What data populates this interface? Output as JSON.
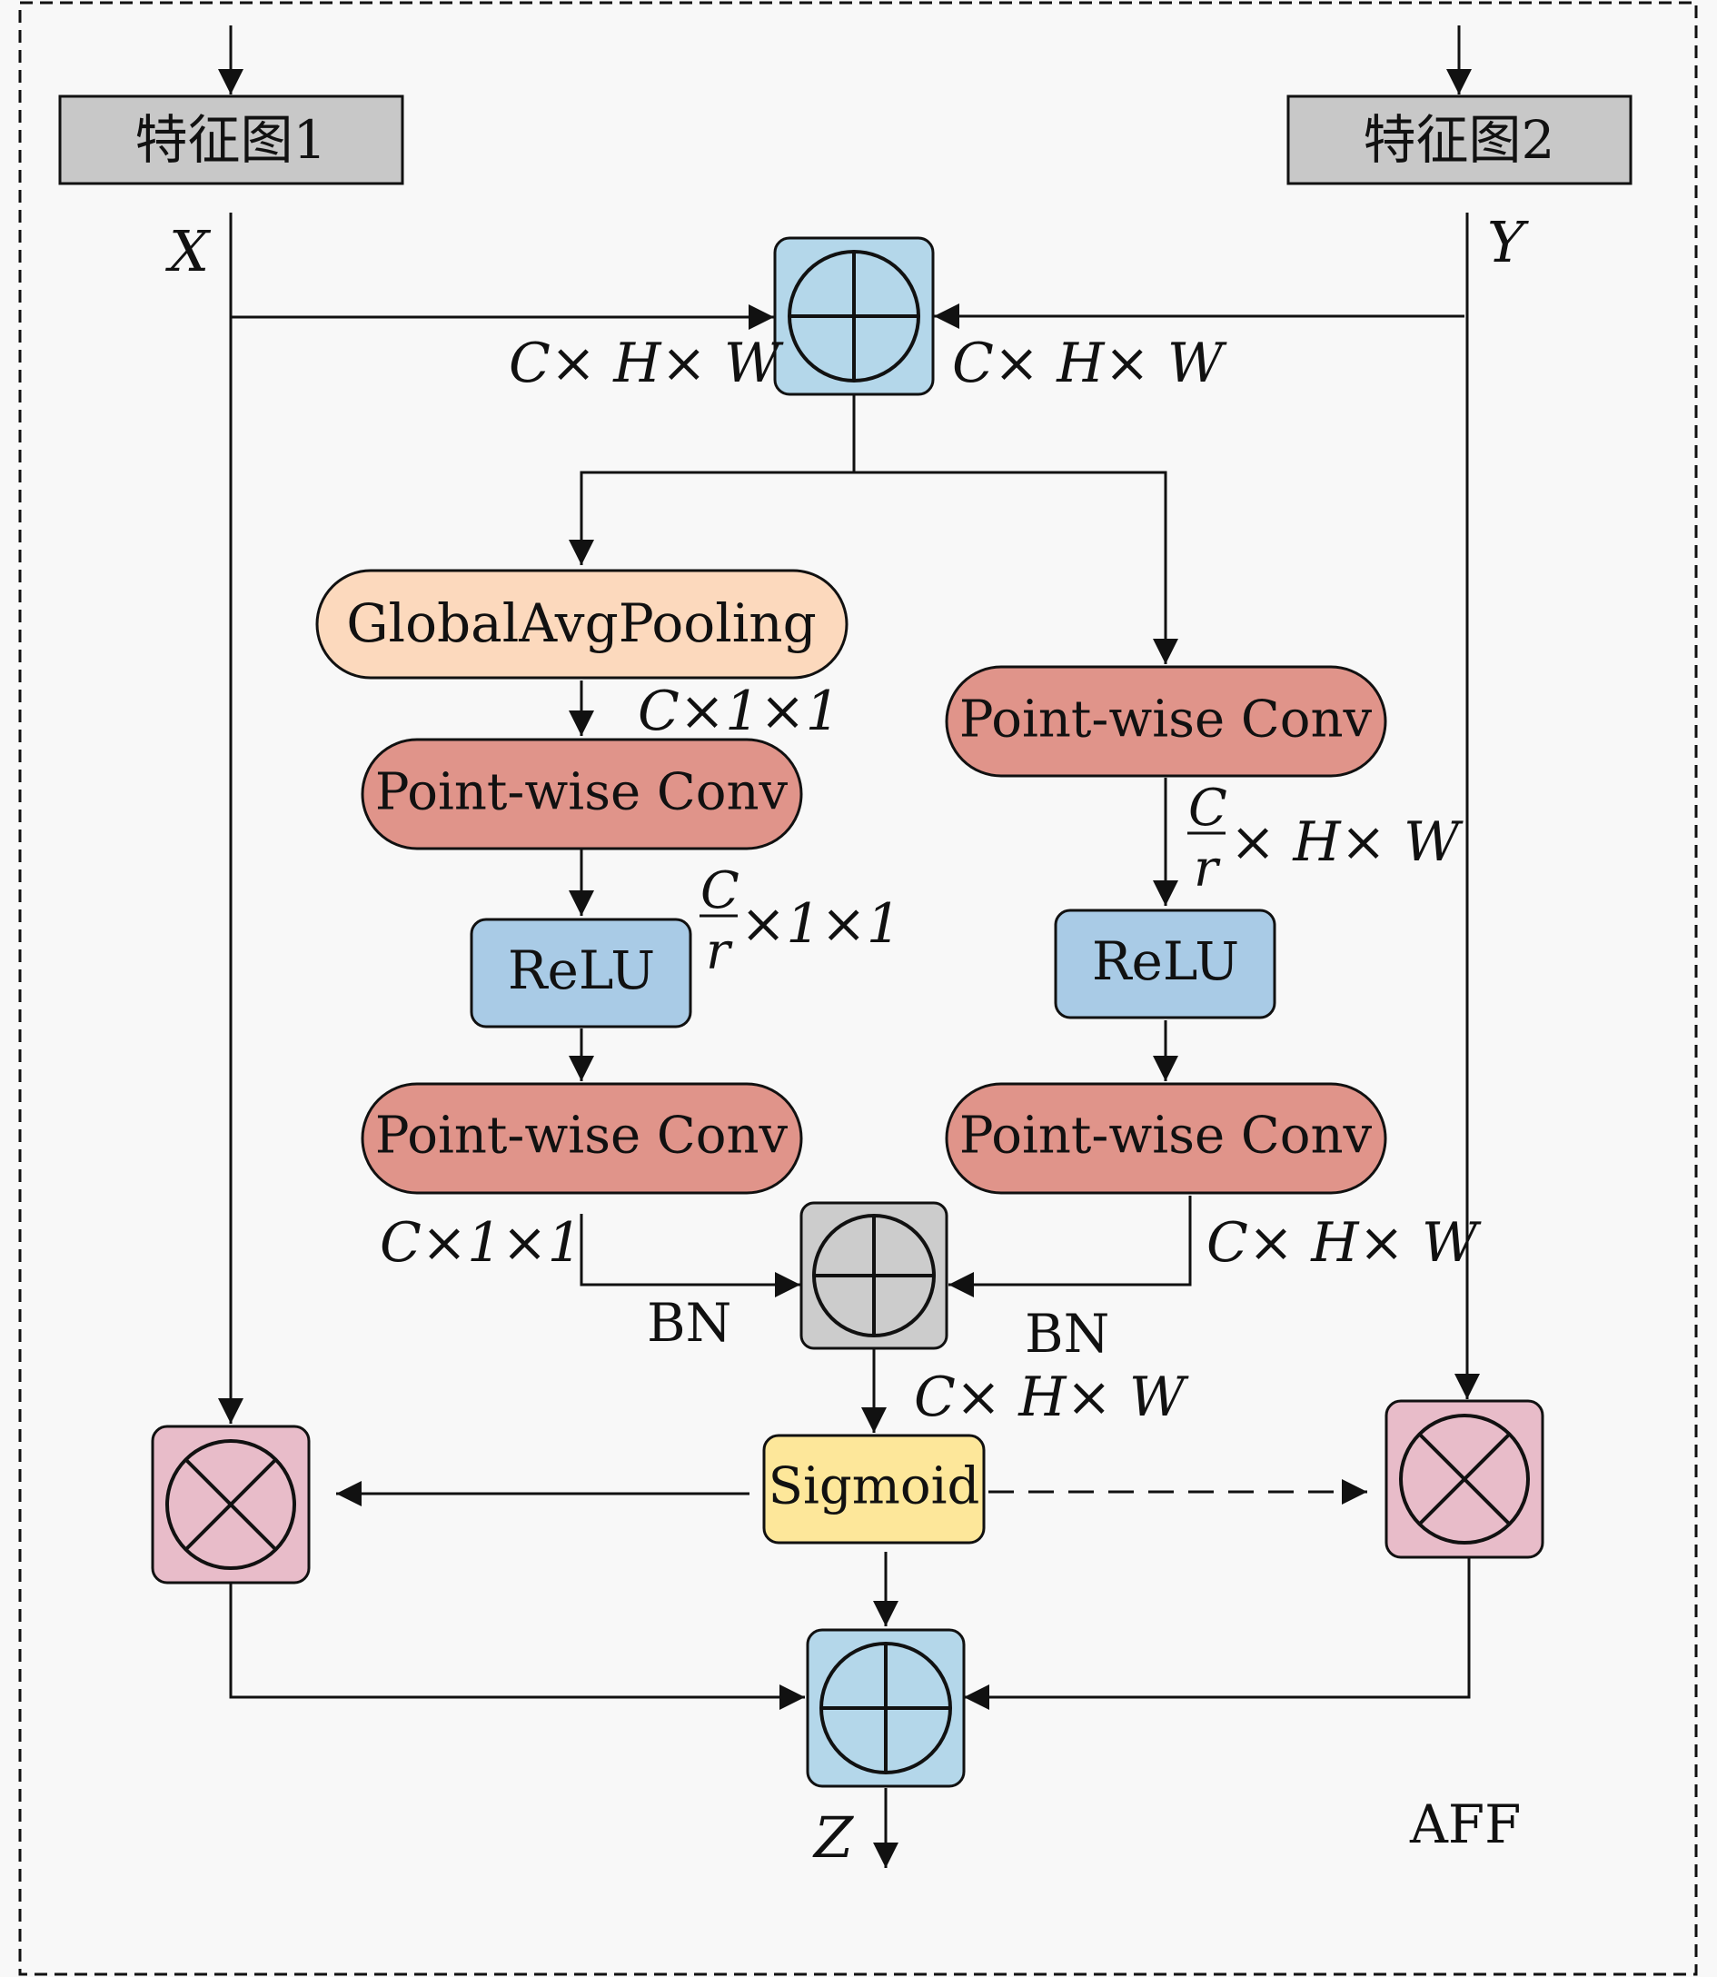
{
  "inputs": {
    "feature_map_1": "特征图1",
    "feature_map_2": "特征图2",
    "x": "X",
    "y": "Y"
  },
  "labels": {
    "top_left_dims": "C× H× W",
    "top_right_dims": "C× H× W",
    "gap_out_dims": "C×1×1",
    "local_frac_num": "C",
    "local_frac_den": "r",
    "local_frac_rest": "× H× W",
    "global_frac_num": "C",
    "global_frac_den": "r",
    "global_frac_rest": "×1×1",
    "global_pw2_dims": "C×1×1",
    "local_pw2_dims": "C× H× W",
    "bn_left": "BN",
    "bn_right": "BN",
    "sum_out_dims": "C× H× W",
    "z": "Z",
    "aff": "AFF"
  },
  "blocks": {
    "global_avg_pooling": "GlobalAvgPooling",
    "pw_conv_global_1": "Point-wise Conv",
    "relu_global": "ReLU",
    "pw_conv_global_2": "Point-wise Conv",
    "pw_conv_local_1": "Point-wise Conv",
    "relu_local": "ReLU",
    "pw_conv_local_2": "Point-wise Conv",
    "sigmoid": "Sigmoid"
  },
  "colors": {
    "input_box": "#c8c8c8",
    "add_blue": "#b4d7ea",
    "add_gray": "#cccccc",
    "multiply_pink": "#e8bcc9",
    "gap_peach": "#fcd9bd",
    "pw_conv_red": "#e0948a",
    "relu_blue": "#a9cbe6",
    "sigmoid_yellow": "#fde79a",
    "line": "#111111"
  }
}
